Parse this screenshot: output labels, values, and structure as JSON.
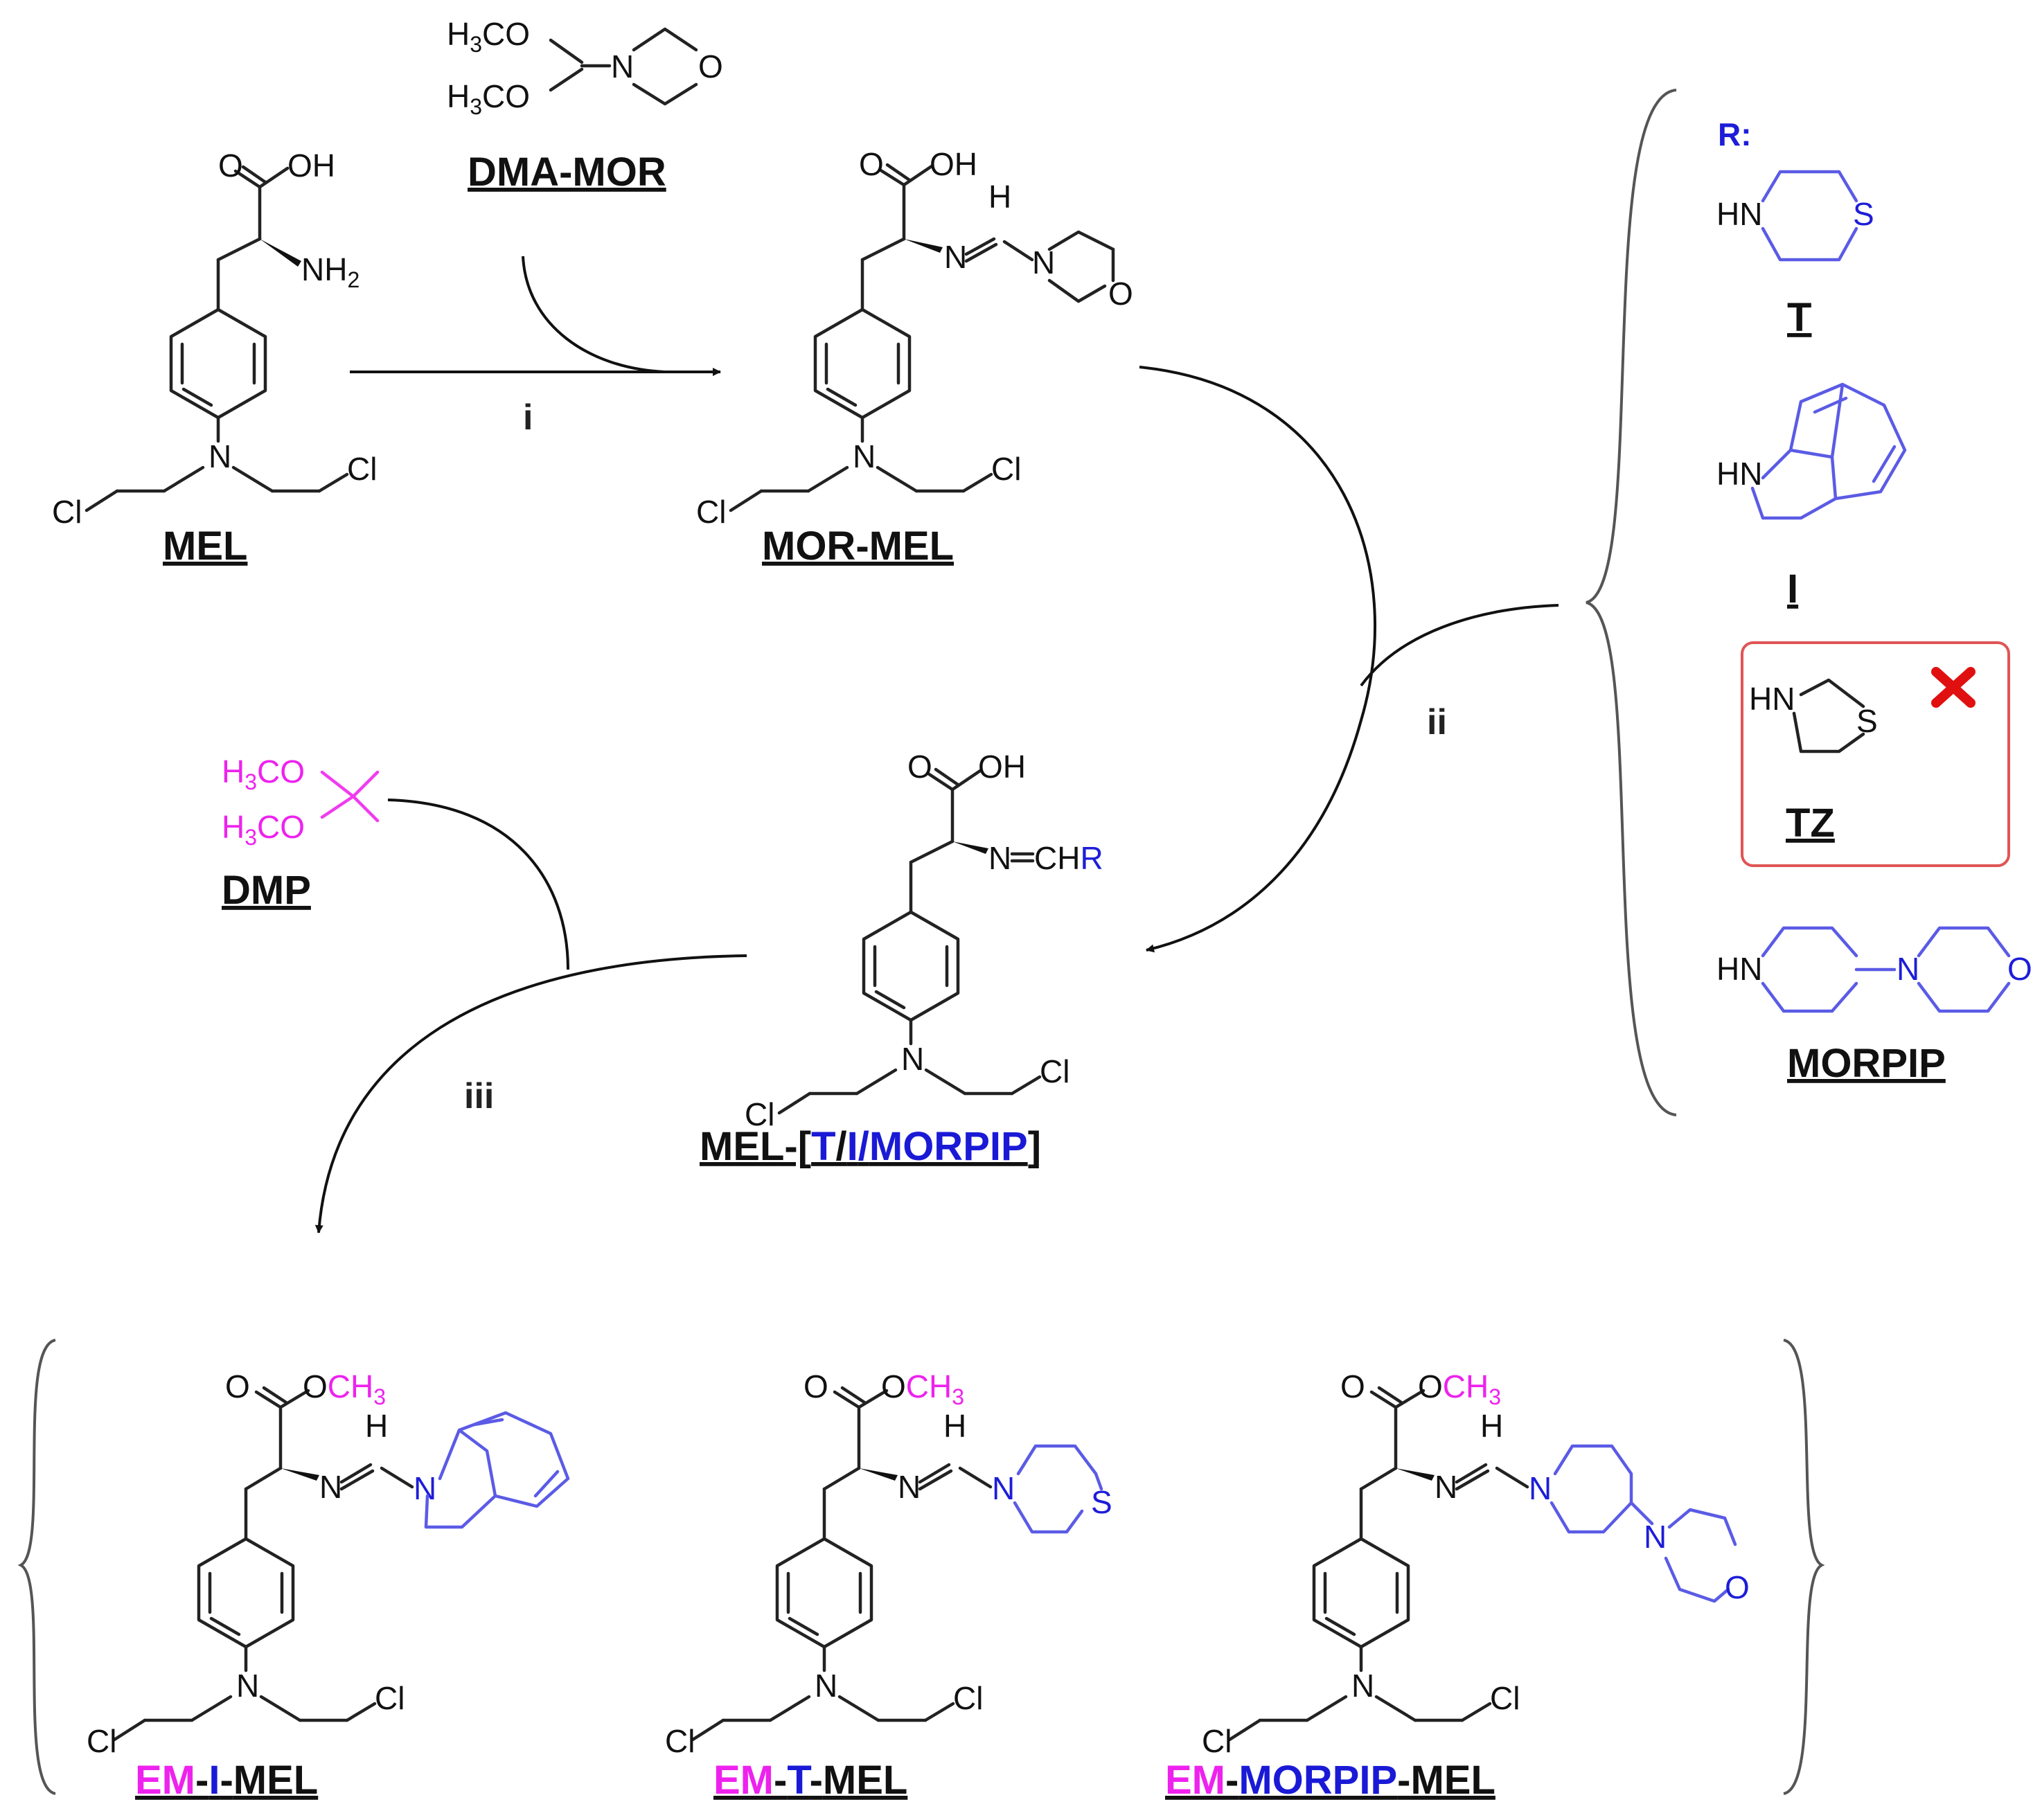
{
  "compounds": {
    "mel": {
      "label": "MEL"
    },
    "dma_mor": {
      "label": "DMA-MOR"
    },
    "mor_mel": {
      "label": "MOR-MEL"
    },
    "dmp": {
      "label": "DMP"
    },
    "mel_r": {
      "prefix": "MEL-[",
      "t": "T",
      "sep1": "/",
      "i": "I",
      "sep2": "/",
      "morpip": "MORPIP",
      "suffix": "]"
    },
    "em_i_mel": {
      "em": "EM",
      "d1": "-",
      "mid": "I",
      "d2": "-",
      "tail": "MEL"
    },
    "em_t_mel": {
      "em": "EM",
      "d1": "-",
      "mid": "T",
      "d2": "-",
      "tail": "MEL"
    },
    "em_morpip_mel": {
      "em": "EM",
      "d1": "-",
      "mid": "MORPIP",
      "d2": "-",
      "tail": "MEL"
    }
  },
  "reagents": {
    "r_label": "R:",
    "items": [
      {
        "label": "T",
        "excluded": false
      },
      {
        "label": "I",
        "excluded": false
      },
      {
        "label": "TZ",
        "excluded": true
      },
      {
        "label": "MORPIP",
        "excluded": false
      }
    ]
  },
  "steps": {
    "i": "i",
    "ii": "ii",
    "iii": "iii"
  },
  "atoms": {
    "o": "O",
    "oh": "OH",
    "nh": "NH",
    "two": "2",
    "n": "N",
    "cl": "Cl",
    "h": "H",
    "s": "S",
    "hn": "HN",
    "h3co": "H",
    "three": "3",
    "co": "CO",
    "och": "OCH",
    "ch": "CHR",
    "chr_r": "R",
    "eq": "="
  },
  "colors": {
    "accent_blue": "#1a1ad6",
    "accent_magenta": "#ee22ee",
    "excluded_box": "#e05555",
    "cross": "#e01010"
  }
}
